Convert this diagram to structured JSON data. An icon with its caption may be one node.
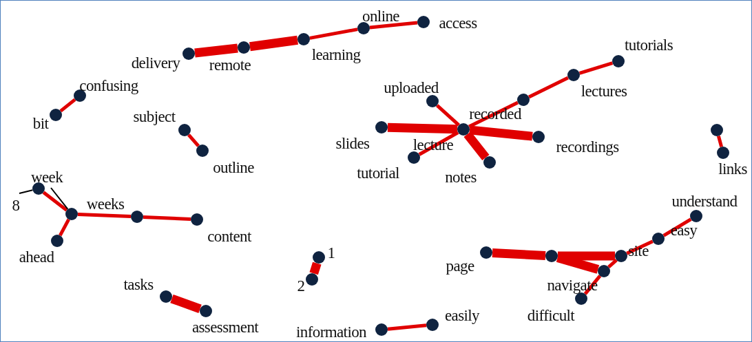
{
  "diagram": {
    "nodes": [
      {
        "text": [
          "delivery"
        ]
      },
      {
        "text": [
          "remote"
        ]
      },
      {
        "text": [
          "learning"
        ]
      },
      {
        "text": [
          "online"
        ]
      },
      {
        "text": [
          "access"
        ]
      },
      {
        "text": [
          "confusing"
        ]
      },
      {
        "text": [
          "bit"
        ]
      },
      {
        "text": [
          "subject"
        ]
      },
      {
        "text": [
          "outline"
        ]
      },
      {
        "text": [
          "tutorials"
        ]
      },
      {
        "text": [
          "lectures"
        ]
      },
      {
        "text": [
          "uploaded"
        ]
      },
      {
        "text": [
          "recorded"
        ]
      },
      {
        "text": [
          "slides"
        ]
      },
      {
        "text": [
          "lecture"
        ]
      },
      {
        "text": [
          "recordings"
        ]
      },
      {
        "text": [
          "tutorial"
        ]
      },
      {
        "text": [
          "notes"
        ]
      },
      {
        "text": [],
        "shape": "circle"
      },
      {
        "text": [
          "links"
        ]
      },
      {
        "text": [],
        "shape": "circle"
      },
      {
        "text": [],
        "shape": "circle"
      },
      {
        "text": [
          "weeks"
        ]
      },
      {
        "text": [
          "ahead"
        ]
      },
      {
        "text": [
          "content"
        ]
      },
      {
        "text": [
          "understand"
        ]
      },
      {
        "text": [
          "easy"
        ]
      },
      {
        "text": [
          "page"
        ]
      },
      {
        "text": [],
        "shape": "circle"
      },
      {
        "text": [
          "site"
        ]
      },
      {
        "text": [
          "navigate"
        ]
      },
      {
        "text": [
          "difficult"
        ]
      },
      {
        "text": [
          "1"
        ]
      },
      {
        "text": [
          "2"
        ]
      },
      {
        "text": [
          "tasks"
        ]
      },
      {
        "text": [
          "assessment"
        ]
      },
      {
        "text": [
          "information"
        ]
      },
      {
        "text": [
          "easily"
        ]
      },
      {
        "text": [
          "week"
        ]
      },
      {
        "text": [
          "8"
        ]
      }
    ],
    "edges": [
      {
        "from": 0,
        "to": 1,
        "arrow": "none",
        "style": "thick"
      },
      {
        "from": 1,
        "to": 2,
        "arrow": "none",
        "style": "thick"
      },
      {
        "from": 2,
        "to": 3,
        "arrow": "none"
      },
      {
        "from": 3,
        "to": 4,
        "arrow": "none"
      },
      {
        "from": 5,
        "to": 6,
        "arrow": "none"
      },
      {
        "from": 7,
        "to": 8,
        "arrow": "none"
      },
      {
        "from": 14,
        "to": 12,
        "arrow": "none"
      },
      {
        "from": 12,
        "to": 10,
        "arrow": "none"
      },
      {
        "from": 10,
        "to": 9,
        "arrow": "none"
      },
      {
        "from": 14,
        "to": 11,
        "arrow": "none"
      },
      {
        "from": 14,
        "to": 13,
        "arrow": "none",
        "style": "thick"
      },
      {
        "from": 14,
        "to": 15,
        "arrow": "none",
        "style": "thick"
      },
      {
        "from": 14,
        "to": 17,
        "arrow": "none",
        "style": "thick"
      },
      {
        "from": 14,
        "to": 16,
        "arrow": "none"
      },
      {
        "from": 18,
        "to": 19,
        "arrow": "none"
      },
      {
        "from": 21,
        "to": 20,
        "arrow": "none"
      },
      {
        "from": 20,
        "to": 23,
        "arrow": "none"
      },
      {
        "from": 20,
        "to": 22,
        "arrow": "none"
      },
      {
        "from": 22,
        "to": 24,
        "arrow": "none"
      },
      {
        "from": 27,
        "to": 28,
        "arrow": "none",
        "style": "thick"
      },
      {
        "from": 28,
        "to": 29,
        "arrow": "none",
        "style": "thick"
      },
      {
        "from": 28,
        "to": 30,
        "arrow": "none",
        "style": "thick"
      },
      {
        "from": 29,
        "to": 30,
        "arrow": "none"
      },
      {
        "from": 29,
        "to": 26,
        "arrow": "none"
      },
      {
        "from": 26,
        "to": 25,
        "arrow": "none"
      },
      {
        "from": 30,
        "to": 31,
        "arrow": "none"
      },
      {
        "from": 32,
        "to": 33,
        "arrow": "none",
        "style": "thick"
      },
      {
        "from": 34,
        "to": 35,
        "arrow": "none",
        "style": "thick"
      },
      {
        "from": 36,
        "to": 37,
        "arrow": "none"
      },
      {
        "from": 38,
        "to": 20,
        "arrow": "none",
        "color": "#000000"
      },
      {
        "from": 39,
        "to": 21,
        "arrow": "none",
        "color": "#000000"
      }
    ]
  }
}
